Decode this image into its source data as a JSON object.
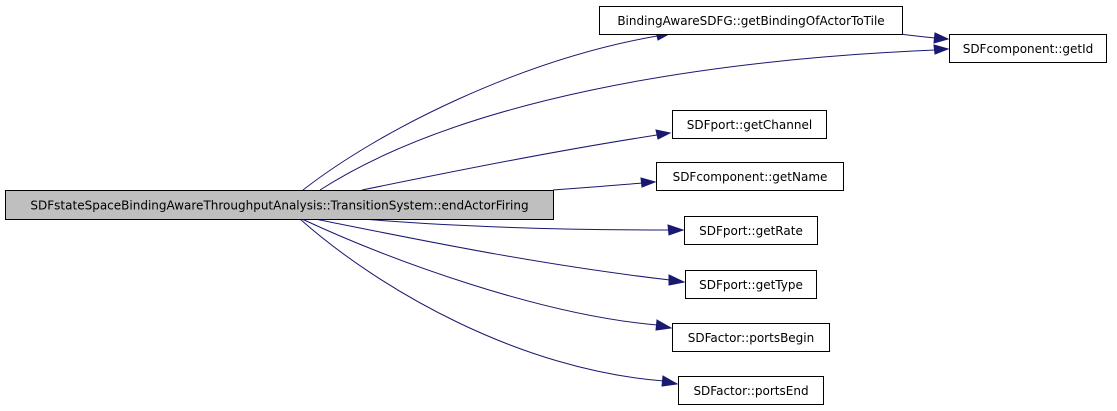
{
  "diagram": {
    "type": "call-graph",
    "edge_color": "#191970",
    "root_fill": "#bfbfbf",
    "nodes": [
      {
        "id": "root",
        "label": "SDFstateSpaceBindingAwareThroughputAnalysis::TransitionSystem::endActorFiring",
        "root": true
      },
      {
        "id": "getBindingOfActorToTile",
        "label": "BindingAwareSDFG::getBindingOfActorToTile"
      },
      {
        "id": "getId",
        "label": "SDFcomponent::getId"
      },
      {
        "id": "getChannel",
        "label": "SDFport::getChannel"
      },
      {
        "id": "getName",
        "label": "SDFcomponent::getName"
      },
      {
        "id": "getRate",
        "label": "SDFport::getRate"
      },
      {
        "id": "getType",
        "label": "SDFport::getType"
      },
      {
        "id": "portsBegin",
        "label": "SDFactor::portsBegin"
      },
      {
        "id": "portsEnd",
        "label": "SDFactor::portsEnd"
      }
    ],
    "edges": [
      {
        "from": "root",
        "to": "getBindingOfActorToTile"
      },
      {
        "from": "root",
        "to": "getId"
      },
      {
        "from": "getBindingOfActorToTile",
        "to": "getId"
      },
      {
        "from": "root",
        "to": "getChannel"
      },
      {
        "from": "root",
        "to": "getName"
      },
      {
        "from": "root",
        "to": "getRate"
      },
      {
        "from": "root",
        "to": "getType"
      },
      {
        "from": "root",
        "to": "portsBegin"
      },
      {
        "from": "root",
        "to": "portsEnd"
      }
    ]
  }
}
